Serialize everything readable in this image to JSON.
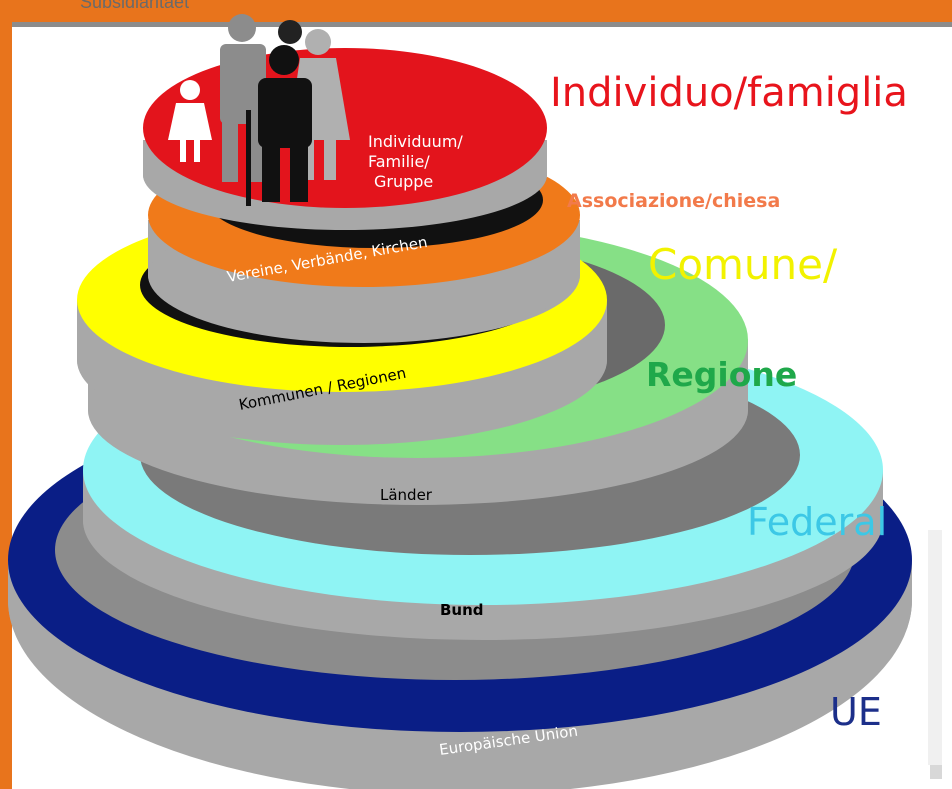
{
  "diagram": {
    "top_caption": "Subsidiaritaet",
    "layers_de": [
      {
        "label": "Individuum/",
        "line2": "Familie/",
        "line3": "Gruppe",
        "color": "#e3141c"
      },
      {
        "label": "Vereine, Verbände, Kirchen",
        "color": "#f07a1a"
      },
      {
        "label": "Kommunen / Regionen",
        "color": "#ffff00"
      },
      {
        "label": "Länder",
        "color": "#86e086"
      },
      {
        "label": "Bund",
        "color": "#8ff4f4"
      },
      {
        "label": "Europäische Union",
        "color": "#0a1e86"
      }
    ],
    "labels_it": {
      "individuo": "Individuo/famiglia",
      "associazione": "Associazione/chiesa",
      "comune": "Comune/",
      "regione": "Regione",
      "federal": "Federal",
      "ue": "UE"
    }
  },
  "colors": {
    "frame_orange": "#e8741c",
    "disc_side_gray": "#a9a9a9"
  }
}
